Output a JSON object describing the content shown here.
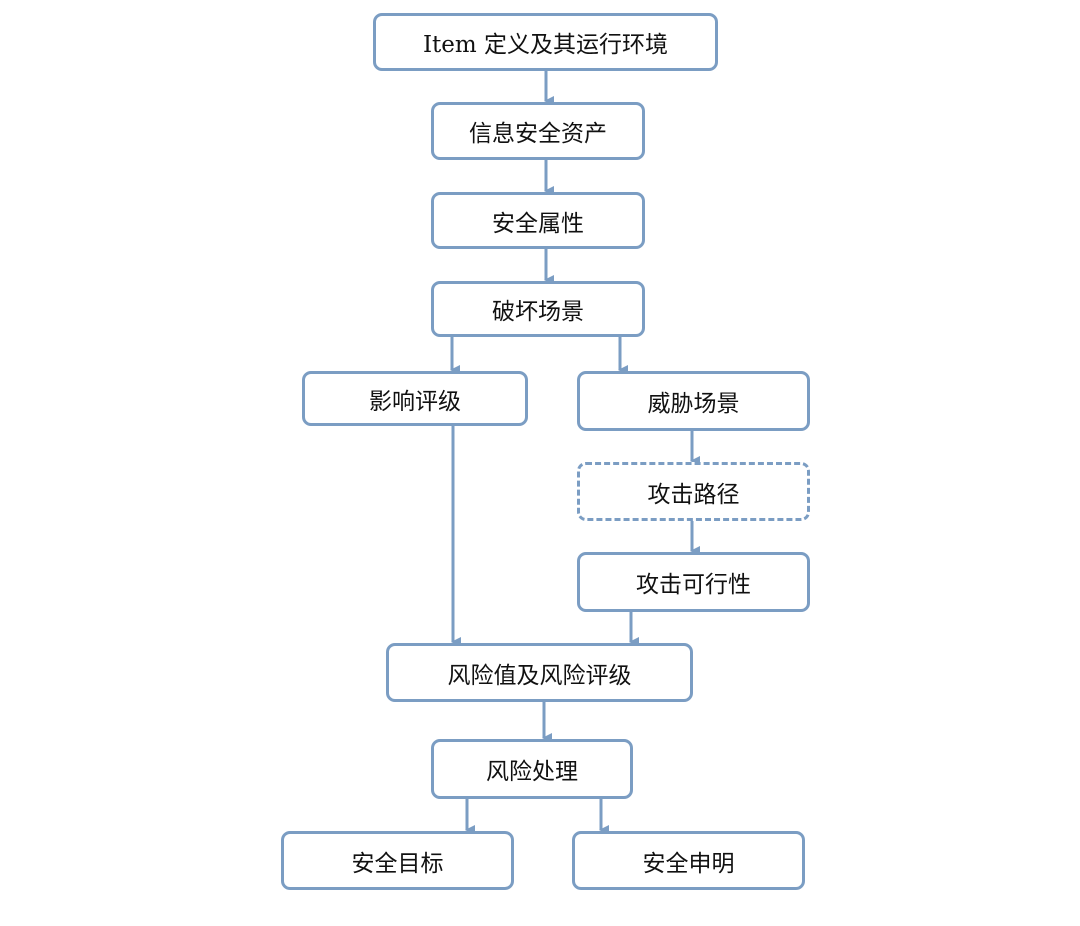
{
  "diagram": {
    "accent_color": "#7b9dc3",
    "nodes": {
      "item": "Item 定义及其运行环境",
      "assets": "信息安全资产",
      "properties": "安全属性",
      "damage": "破坏场景",
      "impact": "影响评级",
      "threat": "威胁场景",
      "attack_path": "攻击路径",
      "feasibility": "攻击可行性",
      "risk_value": "风险值及风险评级",
      "risk_treatment": "风险处理",
      "goals": "安全目标",
      "claims": "安全申明"
    }
  }
}
